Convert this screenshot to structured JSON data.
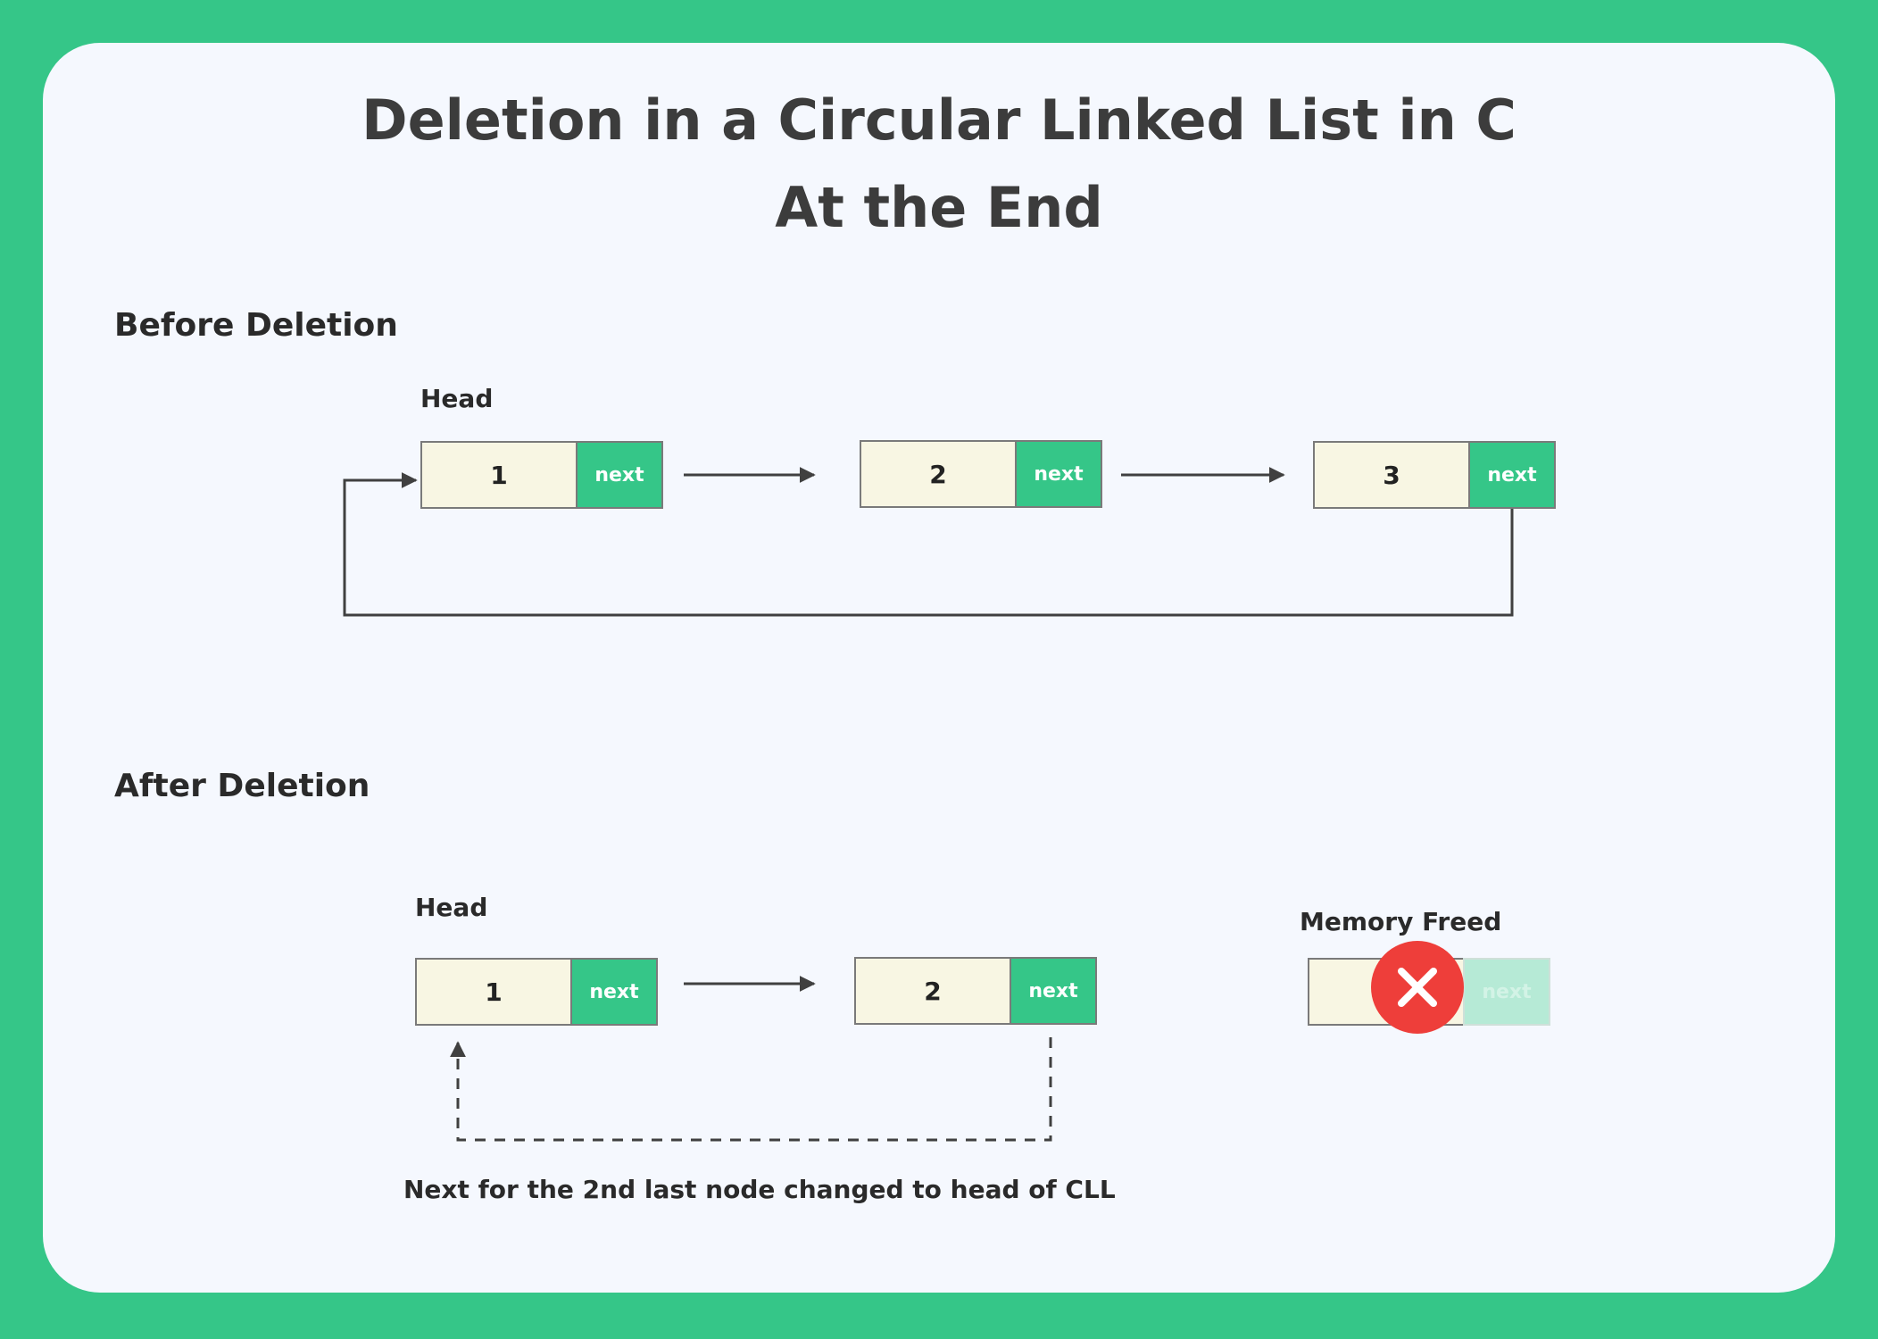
{
  "title": {
    "line1": "Deletion in a Circular Linked List in C",
    "line2": "At the End"
  },
  "before": {
    "heading": "Before Deletion",
    "head_label": "Head",
    "nodes": [
      {
        "value": "1",
        "next": "next"
      },
      {
        "value": "2",
        "next": "next"
      },
      {
        "value": "3",
        "next": "next"
      }
    ]
  },
  "after": {
    "heading": "After Deletion",
    "head_label": "Head",
    "nodes": [
      {
        "value": "1",
        "next": "next"
      },
      {
        "value": "2",
        "next": "next"
      }
    ],
    "freed_label": "Memory Freed",
    "freed_node": {
      "value": "",
      "next": "next"
    },
    "caption": "Next for the 2nd last node changed to head of CLL"
  },
  "colors": {
    "background": "#35c688",
    "card": "#f5f8fe",
    "node_value": "#f8f6e3",
    "node_next": "#35c688",
    "freed_mark": "#ee3e3a"
  }
}
